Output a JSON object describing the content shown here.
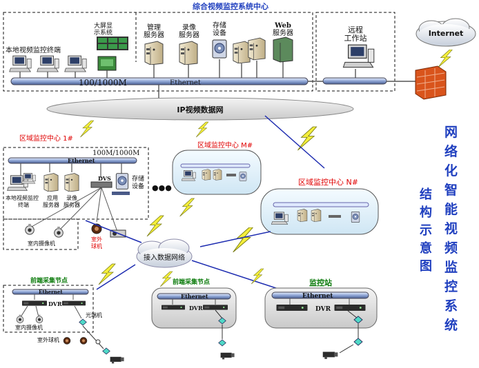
{
  "center": {
    "title": "综合视频监控系统中心",
    "local_terminal": "本地视频监控终端",
    "big_screen_1": "大屏显",
    "big_screen_2": "示系统",
    "mgmt_server_1": "管理",
    "mgmt_server_2": "服务器",
    "rec_server_1": "录像",
    "rec_server_2": "服务器",
    "storage_1": "存储",
    "storage_2": "设备",
    "web_server_1": "Web",
    "web_server_2": "服务器",
    "bus_speed": "100/1000M",
    "bus_label": "Ethernet",
    "remote_1": "远程",
    "remote_2": "工作站"
  },
  "internet_label": "Internet",
  "ip_network": "IP视频数据网",
  "regional_1": {
    "title": "区域监控中心 1#",
    "speed": "100M/1000M",
    "bus": "Ethernet",
    "terminal_1": "本地视频监控",
    "terminal_2": "终端",
    "app_1": "应用",
    "app_2": "服务器",
    "rec_1": "录像",
    "rec_2": "服务器",
    "dvs": "DVS",
    "storage_1": "存储",
    "storage_2": "设备",
    "indoor_cam": "室内摄像机",
    "outdoor_1": "室外",
    "outdoor_2": "球机"
  },
  "regional_m": {
    "title": "区域监控中心 M#"
  },
  "regional_n": {
    "title": "区域监控中心 N#"
  },
  "dots": "●●●",
  "access_net": "接入数据网络",
  "front_1": {
    "title": "前端采集节点",
    "bus": "Ethernet",
    "dvr": "DVR",
    "transceiver": "光端机",
    "indoor_cam": "室内摄像机",
    "outdoor_cam": "室外球机"
  },
  "front_2": {
    "title": "前端采集节点",
    "bus": "Ethernet",
    "dvr": "DVR"
  },
  "station": {
    "title": "监控站",
    "bus": "Ethernet",
    "dvr": "DVR"
  },
  "side_title_1": [
    "结",
    "构",
    "示",
    "意",
    "图"
  ],
  "side_title_2": [
    "网",
    "络",
    "化",
    "智",
    "能",
    "视",
    "频",
    "监",
    "控",
    "系",
    "统"
  ]
}
